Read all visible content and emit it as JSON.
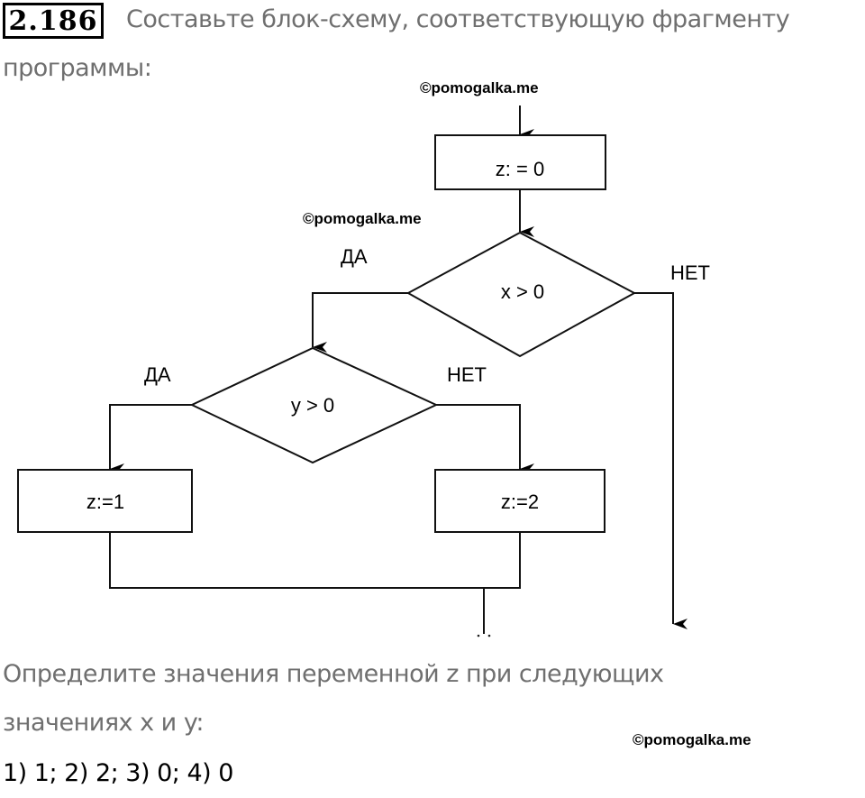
{
  "problem": {
    "number": "2.186",
    "statement_line1": "Составьте блок-схему, соответствующую фрагменту",
    "statement_line2": "программы:"
  },
  "watermarks": [
    "©pomogalka.me",
    "©pomogalka.me",
    "©pomogalka.me"
  ],
  "flowchart": {
    "start_block": "z: = 0",
    "condition1": "x > 0",
    "condition1_yes": "ДА",
    "condition1_no": "НЕТ",
    "condition2": "y > 0",
    "condition2_yes": "ДА",
    "condition2_no": "НЕТ",
    "yes_block": "z:=1",
    "no_block": "z:=2"
  },
  "question": {
    "line1": "Определите значения переменной z при следующих",
    "line2": "значениях x и y:"
  },
  "answer": "1) 1; 2) 2; 3) 0; 4) 0"
}
